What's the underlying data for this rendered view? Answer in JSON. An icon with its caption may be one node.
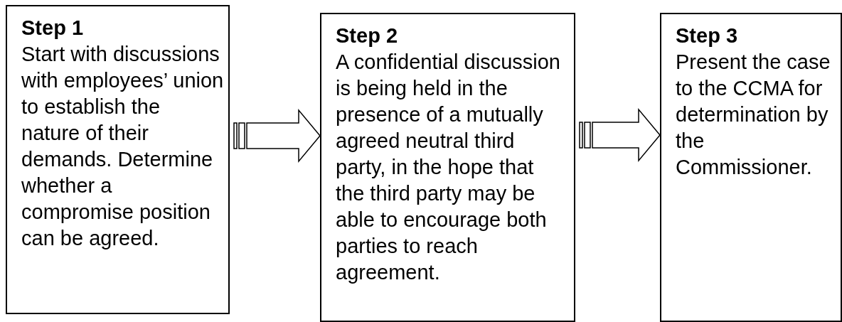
{
  "diagram": {
    "nodes": [
      {
        "text": [
          "Step 1",
          "Start with discussions with employees’ union to establish the nature of their demands. Determine whether a compromise position can be agreed."
        ]
      },
      {
        "text": [
          "Step 2",
          "A confidential discussion is being held in the presence of a mutually agreed neutral third party, in the hope that the third party may be able to encourage both parties to reach agreement."
        ]
      },
      {
        "text": [
          "Step 3",
          "Present the case to the CCMA for determination by the Commissioner."
        ]
      }
    ],
    "edges": [
      {
        "from": 0,
        "to": 1,
        "arrow": "to"
      },
      {
        "from": 1,
        "to": 2,
        "arrow": "to"
      }
    ]
  }
}
